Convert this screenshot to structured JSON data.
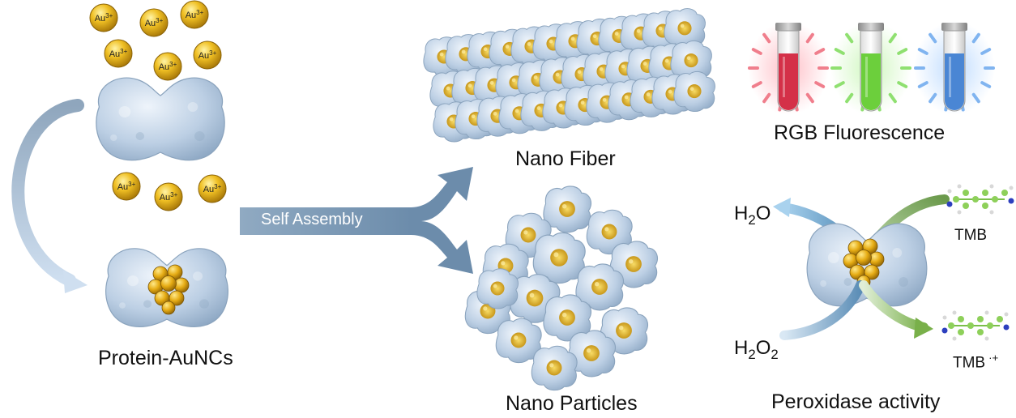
{
  "labels": {
    "protein_aunc": "Protein-AuNCs",
    "self_assembly": "Self Assembly",
    "nano_fiber": "Nano Fiber",
    "nano_particles": "Nano Particles",
    "rgb_fluorescence": "RGB Fluorescence",
    "peroxidase_activity": "Peroxidase activity",
    "h2o_base": "H",
    "h2o_sub": "2",
    "h2o_tail": "O",
    "h2o2_base": "H",
    "h2o2_sub1": "2",
    "h2o2_mid": "O",
    "h2o2_sub2": "2",
    "tmb": "TMB",
    "tmb_ox_base": "TMB",
    "tmb_ox_sup": "·+"
  },
  "gold_ion_label": "Au3+",
  "colors": {
    "protein": "#b9cde3",
    "gold": "#e7b21a",
    "arrow_blue": "#7a98b4",
    "tube_red": "#d43048",
    "tube_green": "#6ccf3c",
    "tube_blue": "#4a86d4"
  }
}
